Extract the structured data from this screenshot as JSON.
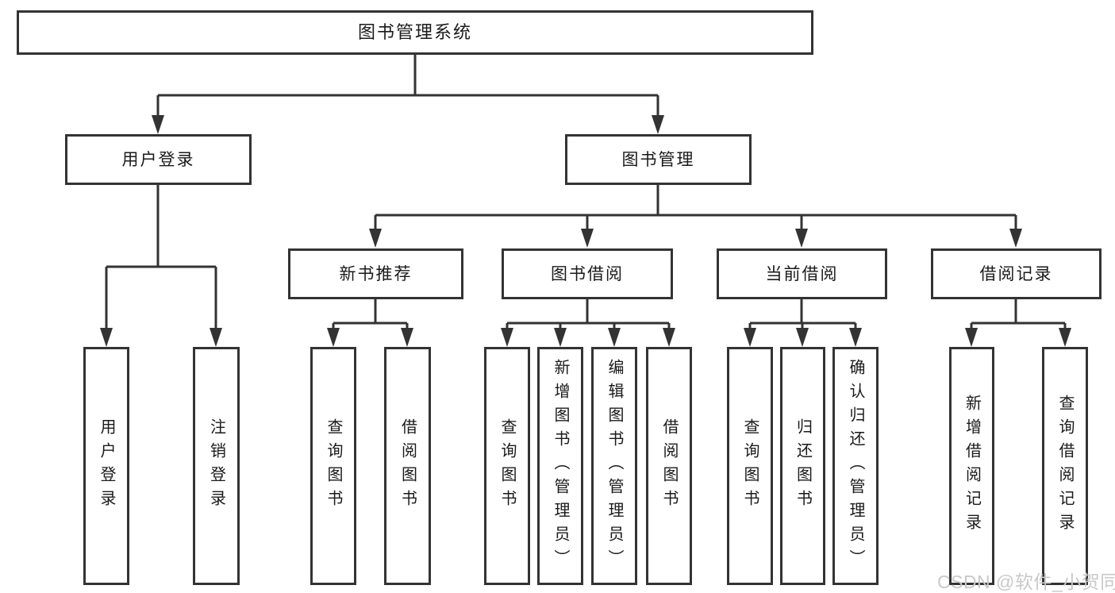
{
  "diagram": {
    "tree": {
      "label": "图书管理系统",
      "children": [
        {
          "label": "用户登录",
          "children": [
            {
              "label": "用户登录"
            },
            {
              "label": "注销登录"
            }
          ]
        },
        {
          "label": "图书管理",
          "children": [
            {
              "label": "新书推荐",
              "children": [
                {
                  "label": "查询图书"
                },
                {
                  "label": "借阅图书"
                }
              ]
            },
            {
              "label": "图书借阅",
              "children": [
                {
                  "label": "查询图书"
                },
                {
                  "label": "新增图书（管理员）"
                },
                {
                  "label": "编辑图书（管理员）"
                },
                {
                  "label": "借阅图书"
                }
              ]
            },
            {
              "label": "当前借阅",
              "children": [
                {
                  "label": "查询图书"
                },
                {
                  "label": "归还图书"
                },
                {
                  "label": "确认归还（管理员）"
                }
              ]
            },
            {
              "label": "借阅记录",
              "children": [
                {
                  "label": "新增借阅记录"
                },
                {
                  "label": "查询借阅记录"
                }
              ]
            }
          ]
        }
      ]
    }
  },
  "watermark": {
    "text": "CSDN @软件_小贺同学"
  },
  "colors": {
    "line": "#333333",
    "text": "#1a1a1a",
    "watermark": "#c9c9c9",
    "background": "#ffffff"
  }
}
